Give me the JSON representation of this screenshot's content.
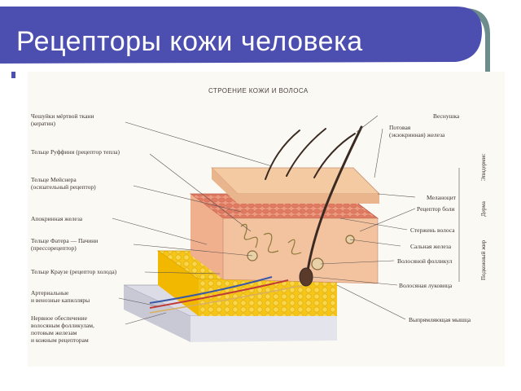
{
  "slide": {
    "title": "Рецепторы кожи человека"
  },
  "diagram": {
    "title": "СТРОЕНИЕ КОЖИ И ВОЛОСА",
    "left_labels": [
      {
        "line1": "Чешуйки мёртвой ткани",
        "line2": "(кератин)"
      },
      {
        "line1": "Тельце Руффини (рецептор тепла)",
        "line2": ""
      },
      {
        "line1": "Тельце Мейснера",
        "line2": "(осязательный рецептор)"
      },
      {
        "line1": "Апокринная железа",
        "line2": ""
      },
      {
        "line1": "Тельце Фатера — Пачини",
        "line2": "(прессорецептор)"
      },
      {
        "line1": "Тельце Краузе (рецептор холода)",
        "line2": ""
      },
      {
        "line1": "Артериальные",
        "line2": "и венозные капилляры"
      },
      {
        "line1": "Нервное обеспечение",
        "line2": "волосяным фолликулам,",
        "line3": "потовым железам",
        "line4": "и кожным рецепторам"
      }
    ],
    "right_labels": [
      {
        "line1": "Веснушка",
        "line2": ""
      },
      {
        "line1": "Потовая",
        "line2": "(экзокринная) железа"
      },
      {
        "line1": "Меланоцит",
        "line2": ""
      },
      {
        "line1": "Рецептор боли",
        "line2": ""
      },
      {
        "line1": "Стержень волоса",
        "line2": ""
      },
      {
        "line1": "Сальная железа",
        "line2": ""
      },
      {
        "line1": "Волосяной фолликул",
        "line2": ""
      },
      {
        "line1": "Волосяная луковица",
        "line2": ""
      },
      {
        "line1": "Выпрямляющая мышца",
        "line2": ""
      }
    ],
    "layer_labels": {
      "epidermis": "Эпидермис",
      "dermis": "Дерма",
      "hypodermis": "Подкожный жир"
    }
  },
  "colors": {
    "title_bar": "#4d4fb0",
    "title_bar_accent": "#6d8c8c",
    "epidermis": "#f3c9a0",
    "dermis": "#e68a70",
    "fat": "#f5c518",
    "muscle": "#d8d8e2",
    "hair": "#3a2a22"
  }
}
